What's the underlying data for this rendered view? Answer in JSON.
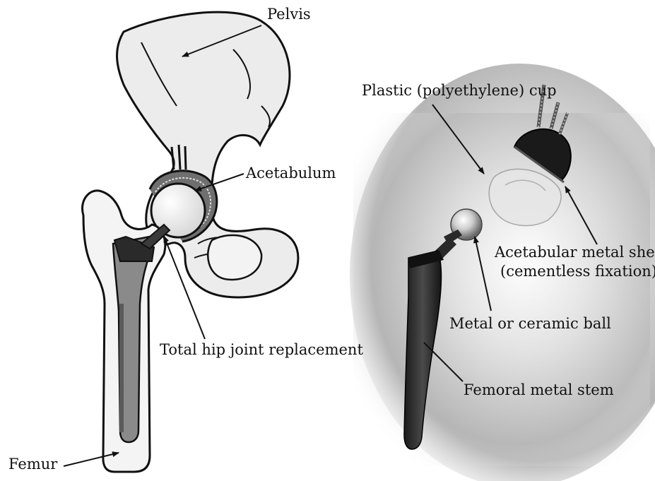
{
  "labels": {
    "pelvis": "Pelvis",
    "acetabulum": "Acetabulum",
    "total_hip": "Total hip joint replacement",
    "femur": "Femur",
    "plastic_cup": "Plastic (polyethylene) cup",
    "shell_line1": "Acetabular metal shell",
    "shell_line2": "(cementless fixation)",
    "ball": "Metal or ceramic ball",
    "stem": "Femoral metal stem"
  },
  "colors": {
    "bone_fill": "#ececec",
    "implant_dark": "#2a2a2a",
    "cup_grey": "#7a7a7a",
    "line": "#111111",
    "backdrop": "#b8b8b8"
  }
}
